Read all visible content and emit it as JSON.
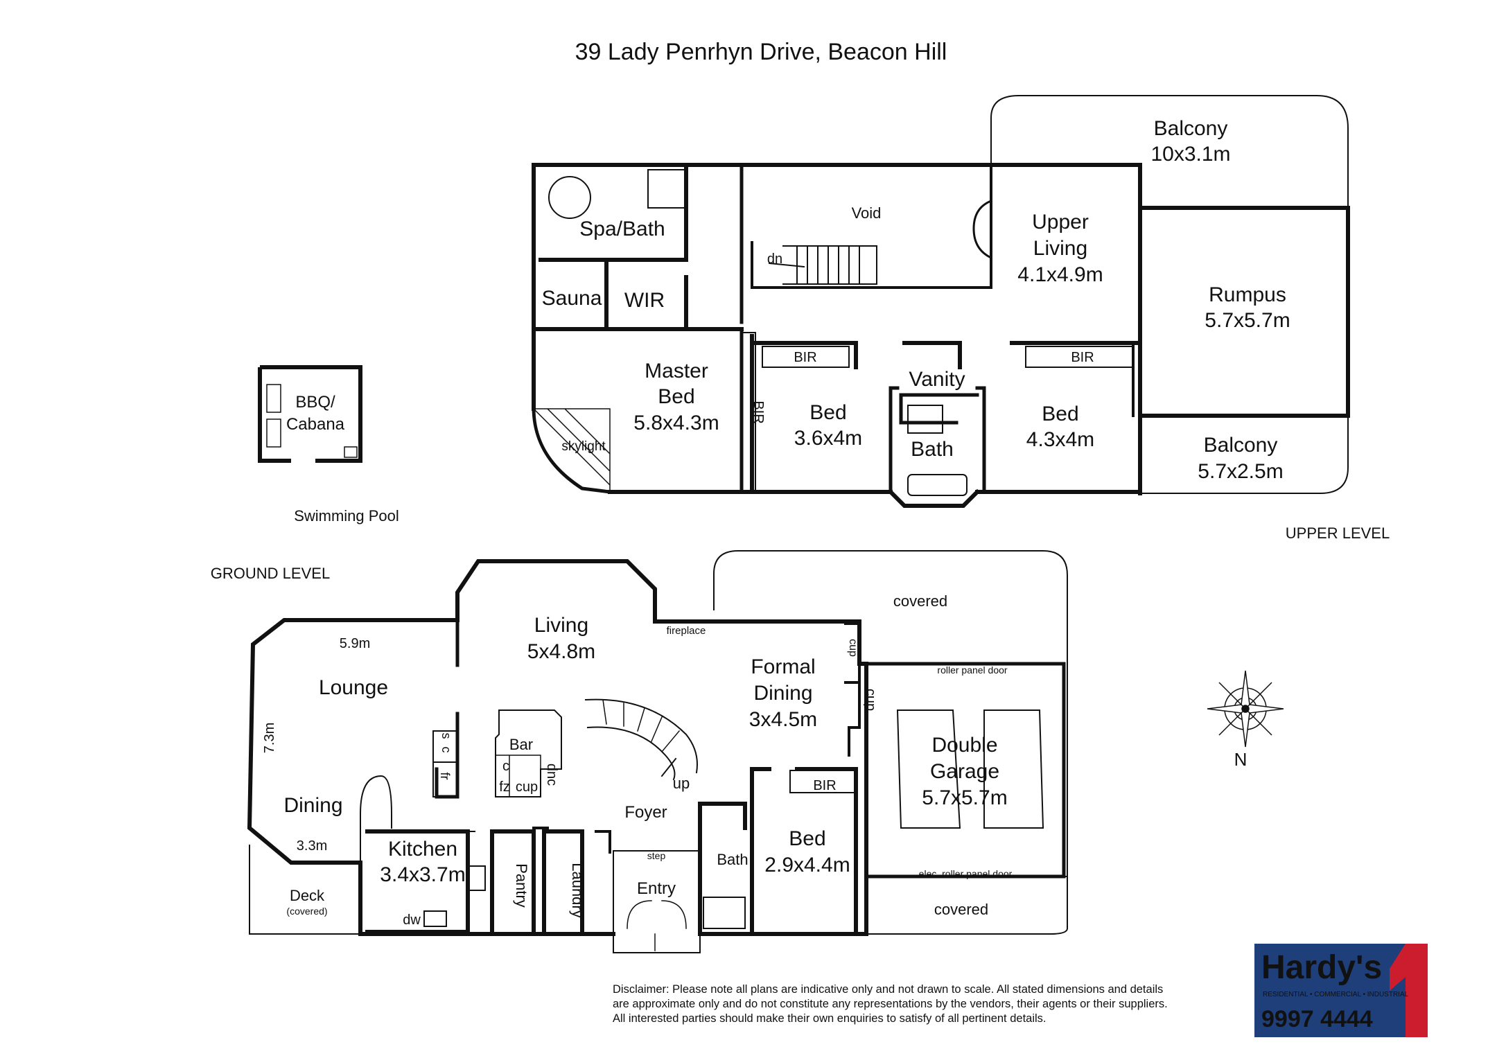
{
  "title": "39 Lady Penrhyn Drive, Beacon Hill",
  "level_labels": {
    "upper": "UPPER LEVEL",
    "ground": "GROUND LEVEL"
  },
  "outdoor": {
    "bbq": [
      "BBQ/",
      "Cabana"
    ],
    "pool": "Swimming Pool"
  },
  "upper_rooms": {
    "balcony_top": [
      "Balcony",
      "10x3.1m"
    ],
    "void": "Void",
    "dn": "dn",
    "spa": "Spa/Bath",
    "sauna": "Sauna",
    "wir": "WIR",
    "upper_living": [
      "Upper",
      "Living",
      "4.1x4.9m"
    ],
    "rumpus": [
      "Rumpus",
      "5.7x5.7m"
    ],
    "master": [
      "Master",
      "Bed",
      "5.8x4.3m"
    ],
    "master_bir": "BIR",
    "skylight": "skylight",
    "bed2": [
      "Bed",
      "3.6x4m"
    ],
    "bed2_bir": "BIR",
    "vanity": "Vanity",
    "bath": "Bath",
    "bed3": [
      "Bed",
      "4.3x4m"
    ],
    "bed3_bir": "BIR",
    "balcony_side": [
      "Balcony",
      "5.7x2.5m"
    ]
  },
  "ground_rooms": {
    "living": [
      "Living",
      "5x4.8m"
    ],
    "fireplace": "fireplace",
    "lounge": "Lounge",
    "dim_59": "5.9m",
    "dim_73": "7.3m",
    "dim_33": "3.3m",
    "dining": "Dining",
    "covered_top": "covered",
    "formal": [
      "Formal",
      "Dining",
      "3x4.5m"
    ],
    "cup1": "cup",
    "cup2": "cup",
    "roller_top": "roller panel door",
    "garage": [
      "Double",
      "Garage",
      "5.7x5.7m"
    ],
    "roller_bottom": "elec. roller panel door",
    "covered_bottom": "covered",
    "bar": "Bar",
    "bar_c": "c",
    "bar_cup": "cup",
    "bar_fz": "fz",
    "bar_dnc": "dnc",
    "sc_s": "s",
    "sc_c": "c",
    "fr": "fr",
    "up": "up",
    "foyer": "Foyer",
    "kitchen": [
      "Kitchen",
      "3.4x3.7m"
    ],
    "dw": "dw",
    "deck": [
      "Deck",
      "(covered)"
    ],
    "pantry": "Pantry",
    "laundry": "Laundry",
    "step": "step",
    "entry": "Entry",
    "bath": "Bath",
    "bed": [
      "Bed",
      "2.9x4.4m"
    ],
    "bed_bir": "BIR"
  },
  "compass": "N",
  "disclaimer": [
    "Disclaimer: Please note all plans are indicative only and not drawn to scale. All stated dimensions and details",
    "are approximate only and do not constitute any representations by the vendors, their agents or their suppliers.",
    "All interested parties should make their own enquiries to satisfy of all pertinent details."
  ],
  "logo": {
    "name": "Hardy's",
    "tagline": "RESIDENTIAL • COMMERCIAL • INDUSTRIAL",
    "phone": "9997 4444",
    "bg_color": "#1f3f7a",
    "accent_color": "#cc1d2e"
  }
}
